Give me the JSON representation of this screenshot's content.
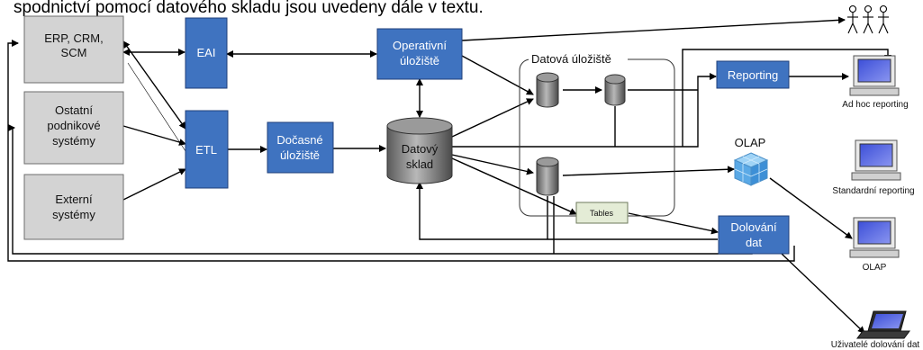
{
  "caption": "spodnictví pomocí datového skladu jsou uvedeny dále v textu.",
  "sources": {
    "erp": [
      "ERP, CRM,",
      "SCM"
    ],
    "other": [
      "Ostatní",
      "podnikové",
      "systémy"
    ],
    "external": [
      "Externí",
      "systémy"
    ]
  },
  "integration": {
    "eai": "EAI",
    "etl": "ETL"
  },
  "staging": [
    "Dočasné",
    "úložiště"
  ],
  "operational": [
    "Operativní",
    "úložiště"
  ],
  "warehouse": [
    "Datový",
    "sklad"
  ],
  "data_stores": {
    "title": "Datová úložiště",
    "tables": "Tables"
  },
  "outputs": {
    "reporting": "Reporting",
    "olap": "OLAP",
    "mining": [
      "Dolování",
      "dat"
    ]
  },
  "users": {
    "adhoc": "Ad hoc reporting",
    "standard": "Standardní reporting",
    "olap": "OLAP",
    "mining": "Uživatelé dolování dat"
  },
  "colors": {
    "source_box": "#d3d3d3",
    "process_box": "#3f73c0",
    "tables_box": "#e4ecd6"
  }
}
